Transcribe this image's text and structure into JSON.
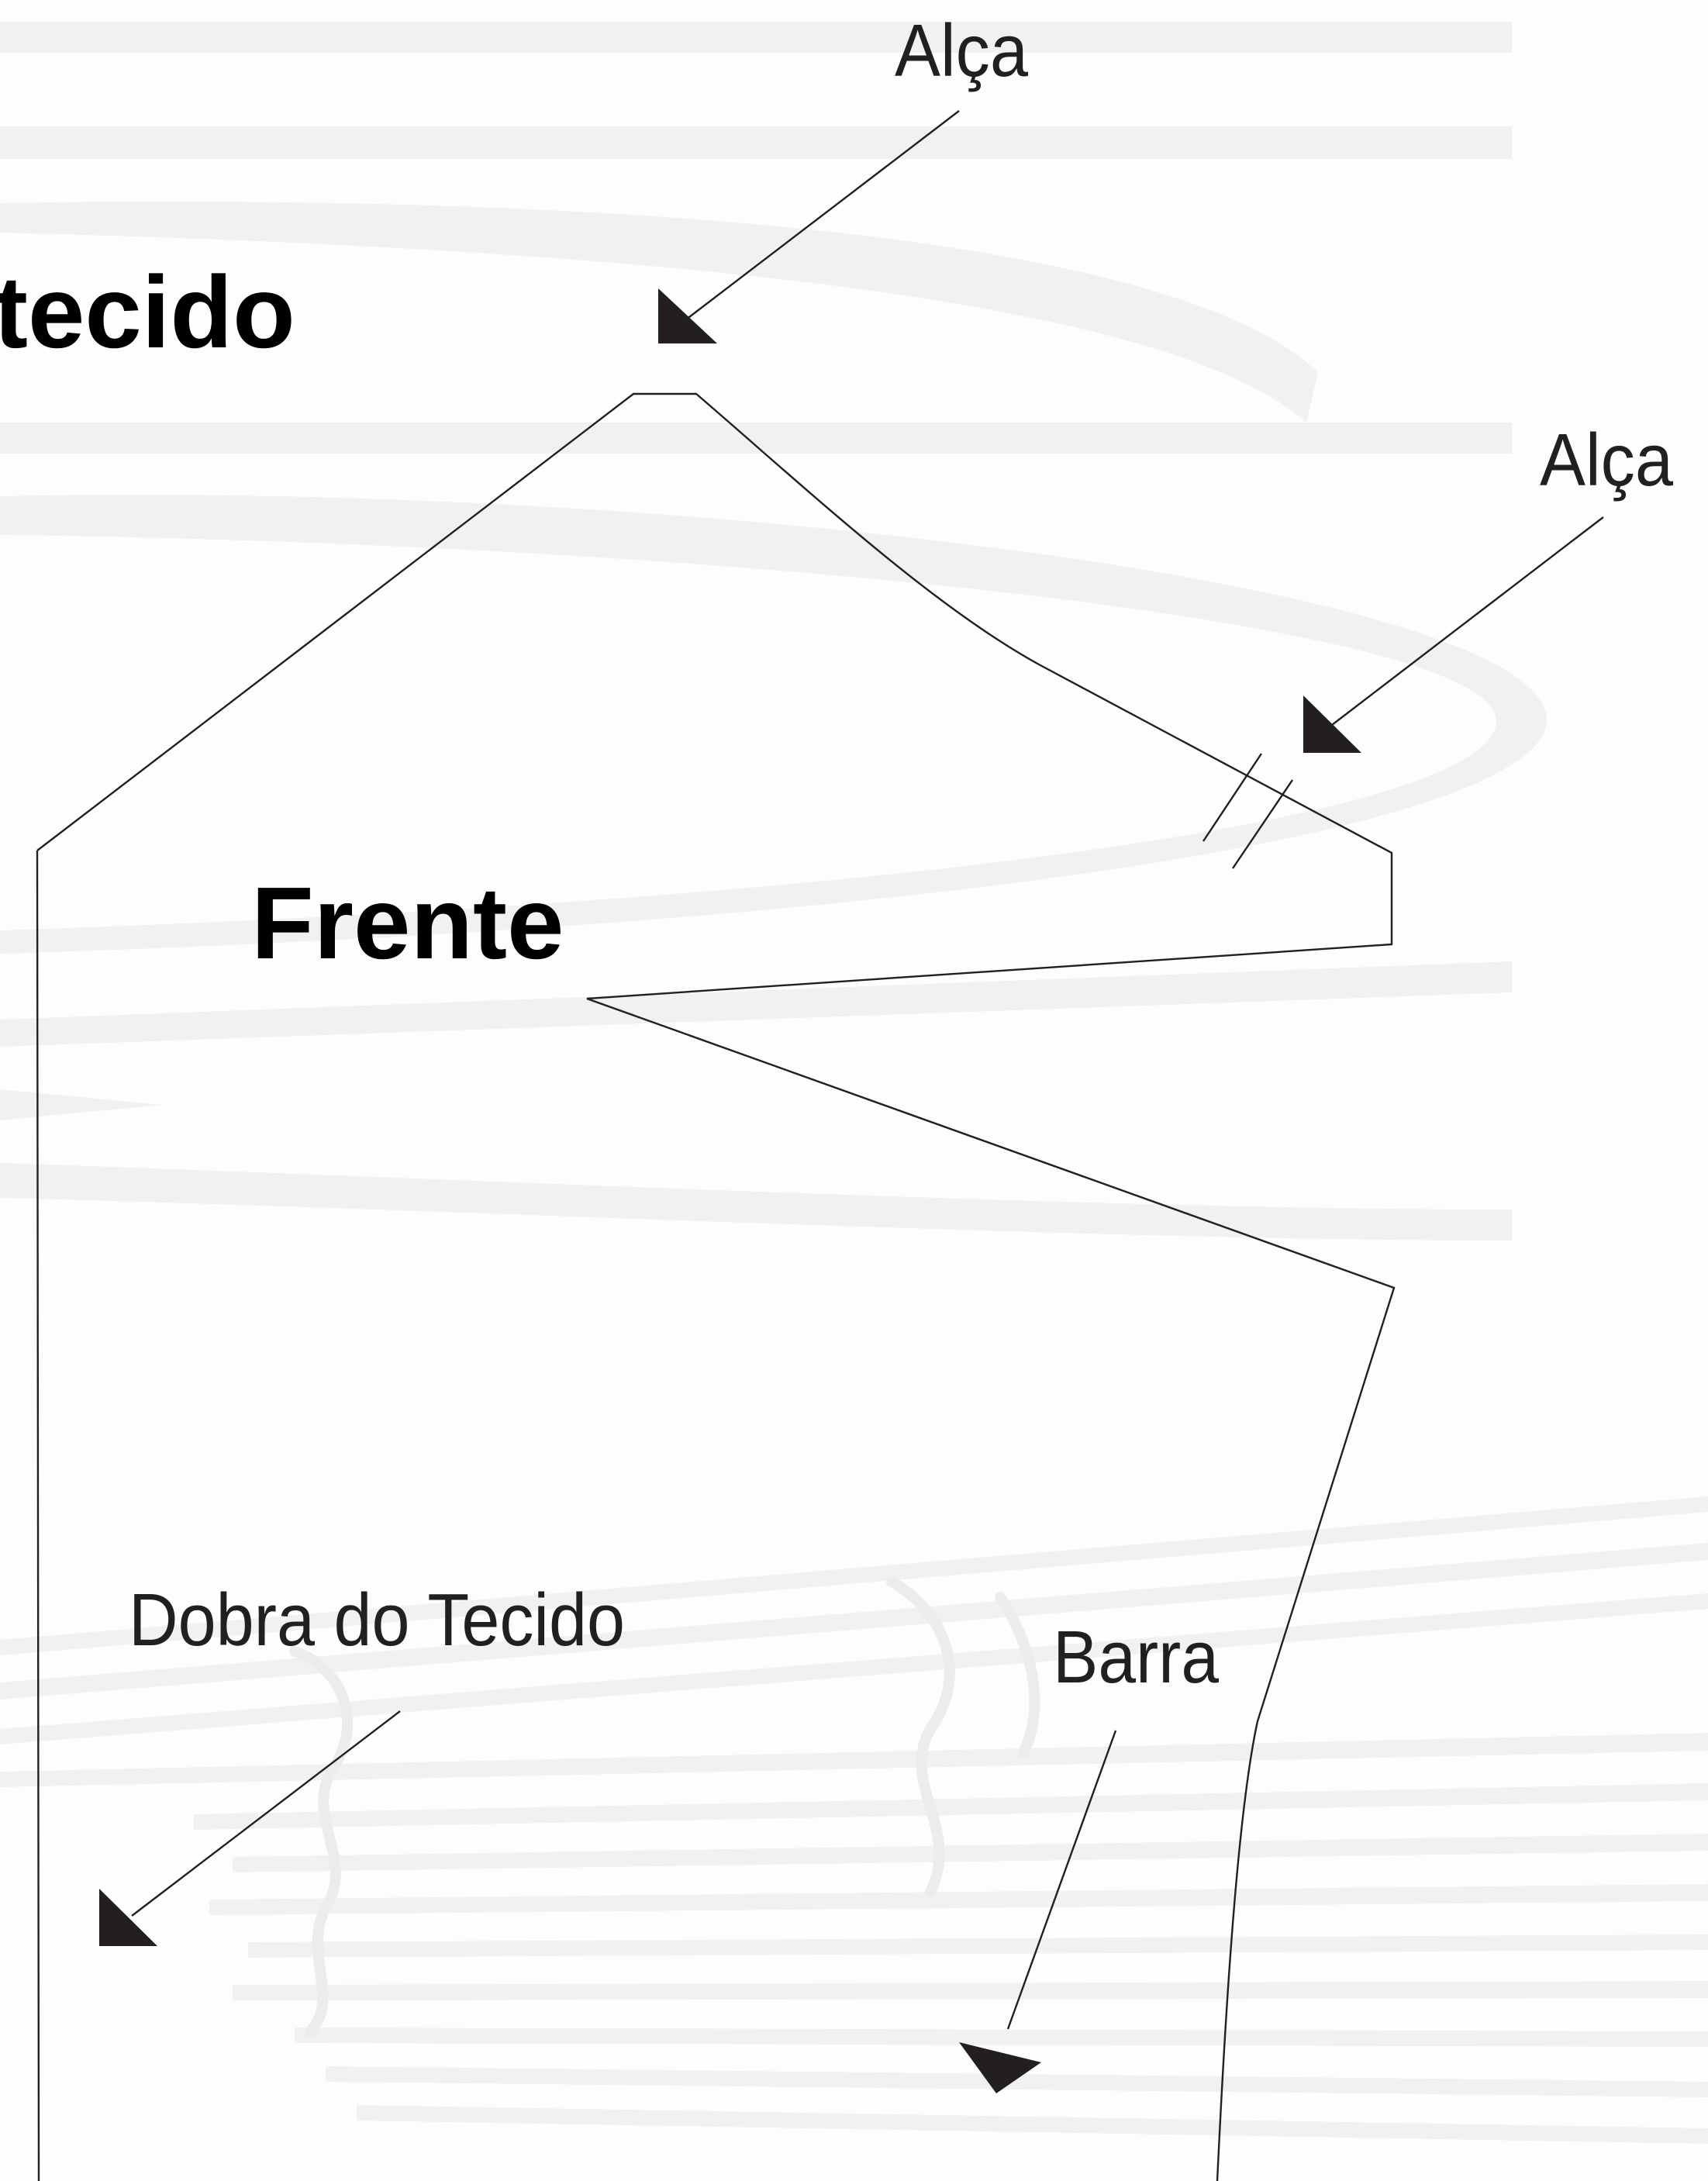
{
  "title_fragment": "tecido",
  "piece_label": "Frente",
  "annotations": {
    "strap_top": "Alça",
    "strap_side": "Alça",
    "fabric_fold": "Dobra do Tecido",
    "hem": "Barra"
  },
  "colors": {
    "background": "#fdfdfd",
    "watermark": "#f1f1f2",
    "line": "#231f20",
    "arrowhead": "#231f20"
  }
}
